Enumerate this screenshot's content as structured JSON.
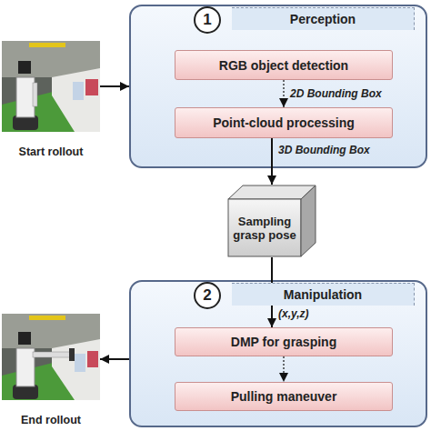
{
  "diagram": {
    "nodes": [
      {
        "text": [
          "Start rollout"
        ]
      },
      {
        "text": [
          "Perception"
        ]
      },
      {
        "text": [
          "1"
        ],
        "in": 1
      },
      {
        "text": [
          "RGB object detection"
        ],
        "in": 1
      },
      {
        "text": [
          "Point-cloud processing"
        ],
        "in": 1
      },
      {
        "text": [
          "Sampling grasp pose"
        ]
      },
      {
        "text": [
          "Manipulation"
        ]
      },
      {
        "text": [
          "2"
        ],
        "in": 6
      },
      {
        "text": [
          "DMP for grasping"
        ],
        "in": 6
      },
      {
        "text": [
          "Pulling maneuver"
        ],
        "in": 6
      },
      {
        "text": [
          "End rollout"
        ]
      }
    ],
    "edges": [
      {
        "from": 0,
        "to": 1,
        "arrow": "to"
      },
      {
        "from": 3,
        "to": 4,
        "label": "2D Bounding Box",
        "arrow": "to"
      },
      {
        "from": 4,
        "to": 5,
        "label": "3D Bounding Box",
        "arrow": "to"
      },
      {
        "from": 5,
        "to": 8,
        "label": "(x,y,z)",
        "arrow": "to"
      },
      {
        "from": 8,
        "to": 9,
        "arrow": "to"
      },
      {
        "from": 6,
        "to": 10,
        "arrow": "to"
      }
    ]
  }
}
